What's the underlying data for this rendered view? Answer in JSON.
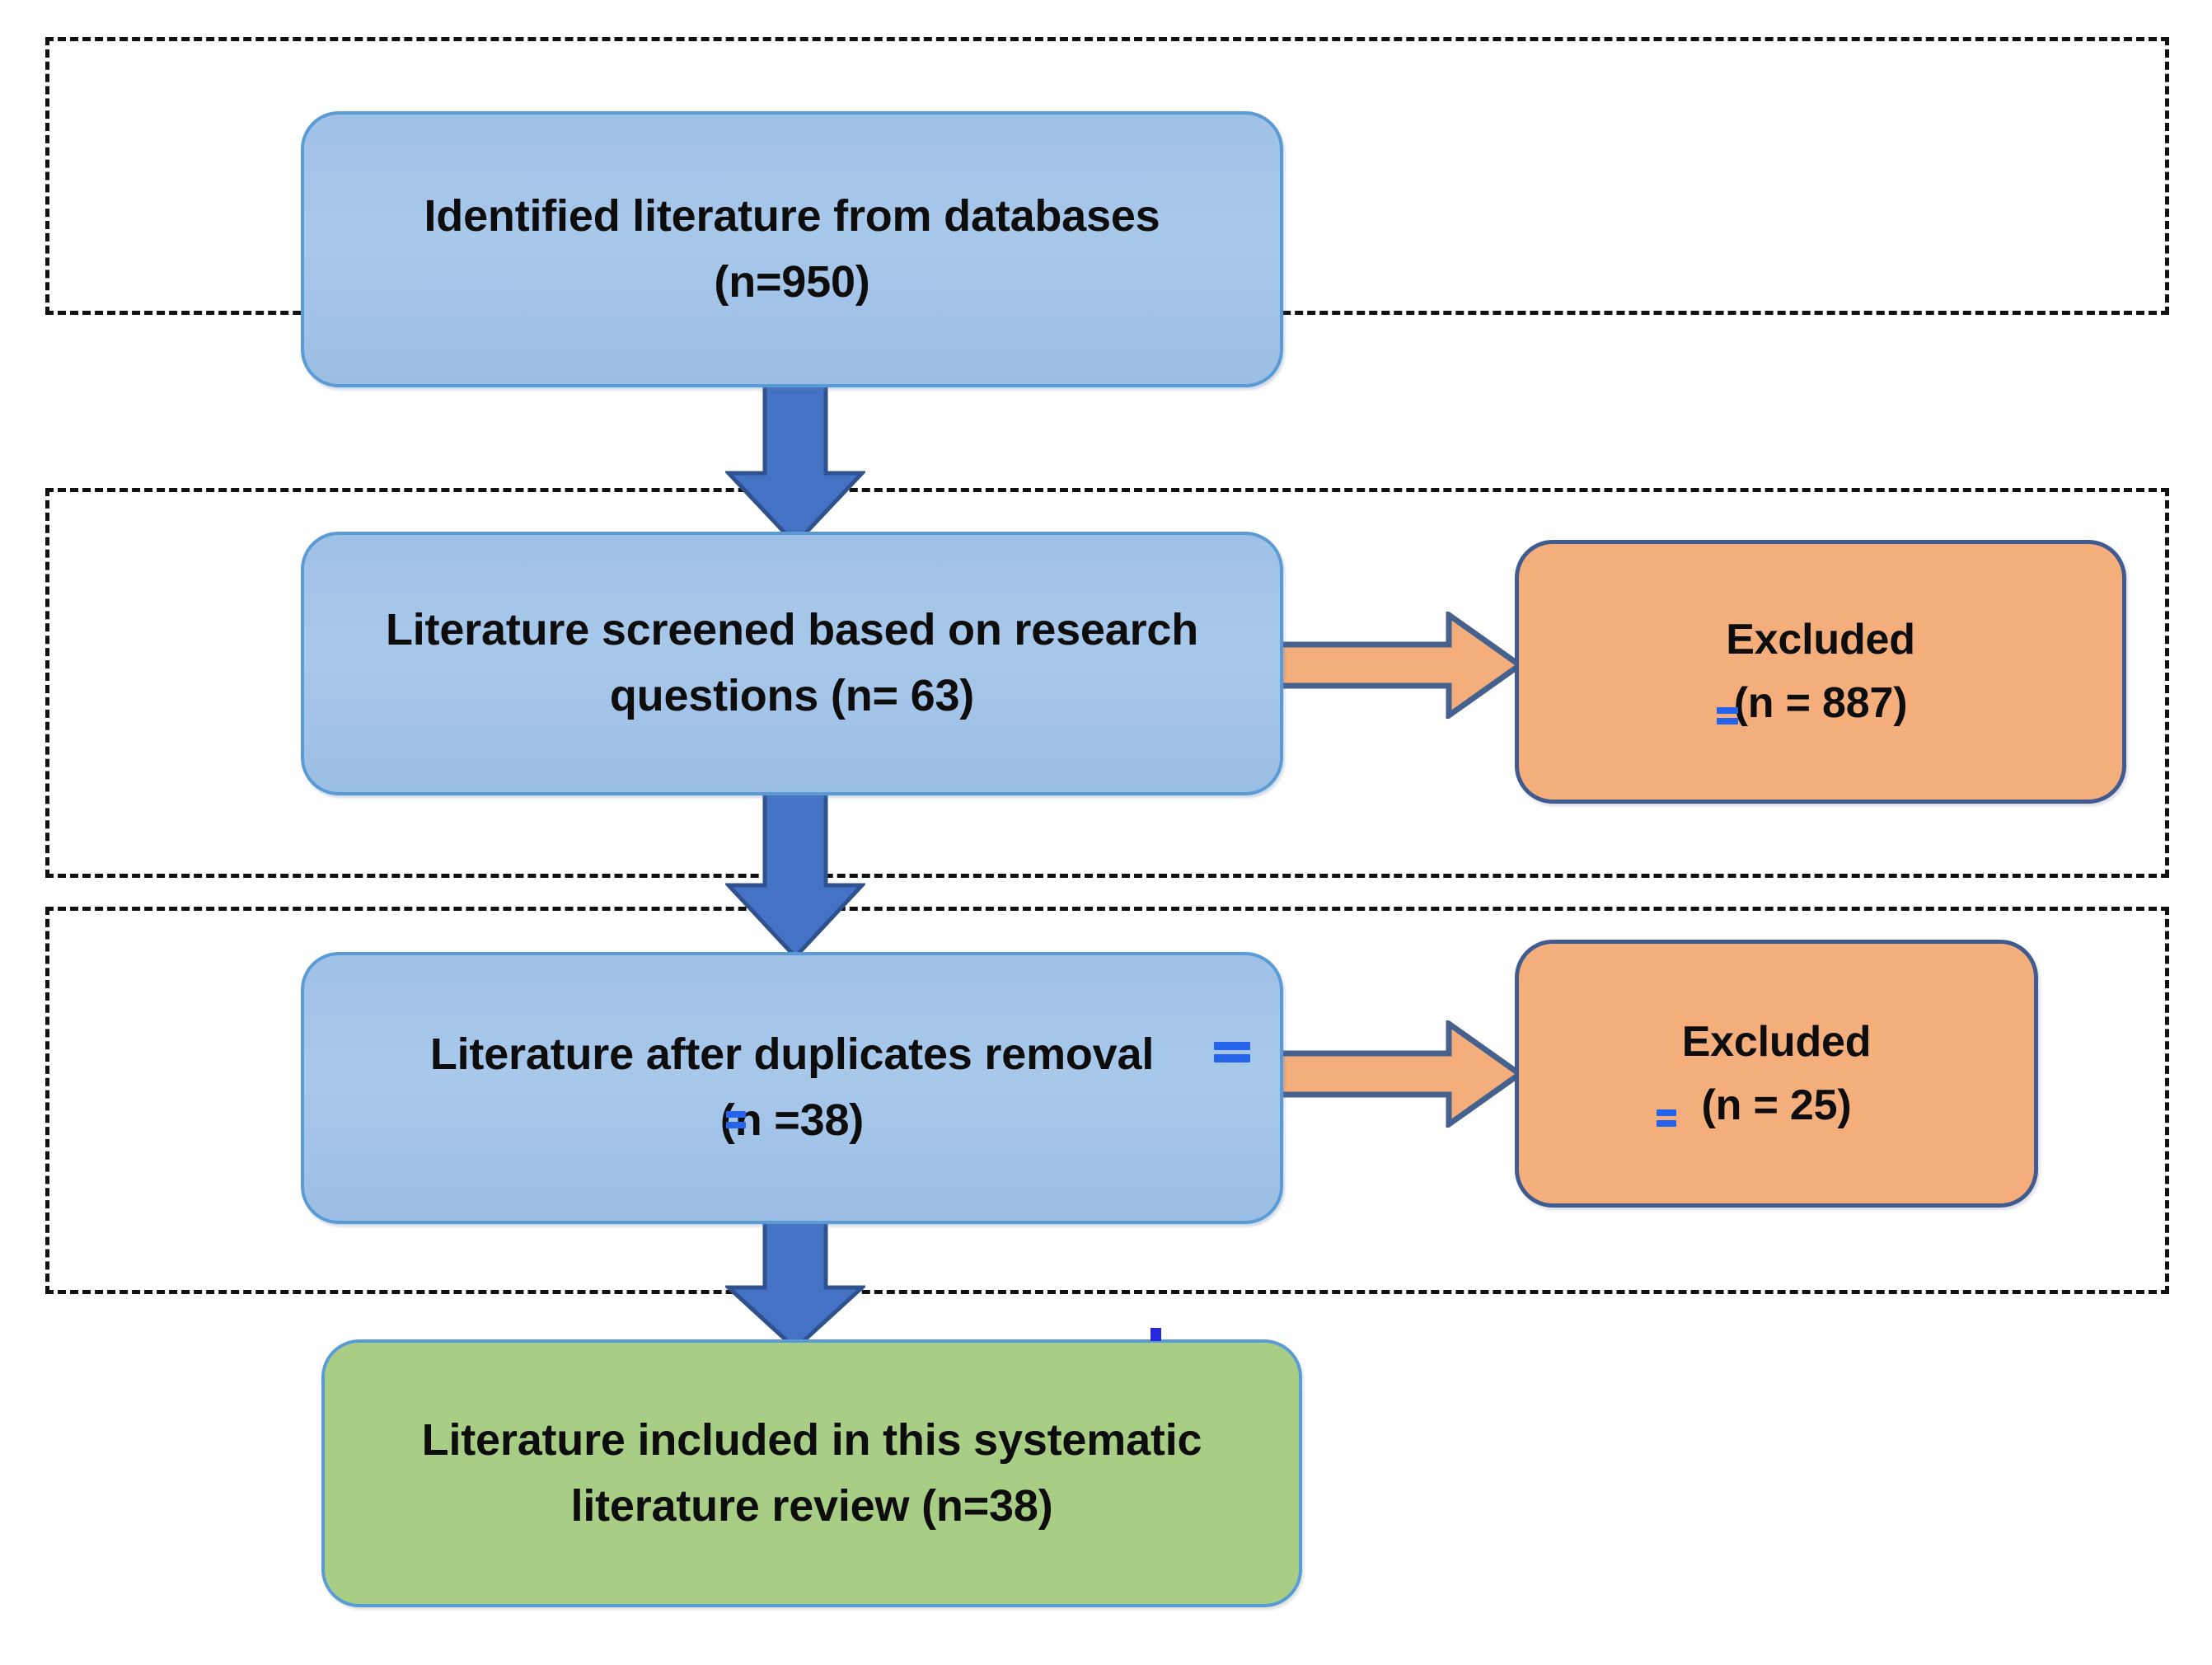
{
  "diagram": {
    "title": "Systematic literature review selection flow",
    "type": "prisma-flow-diagram"
  },
  "colors": {
    "node_blue_fill": "#A8C8EA",
    "node_blue_border": "#5B9BD5",
    "node_orange_fill": "#F3AE7B",
    "node_orange_border": "#3F5B90",
    "node_green_fill": "#A8CE85",
    "node_green_border": "#5B9BD5",
    "arrow_blue_fill": "#4472C4",
    "arrow_blue_border": "#2F528F",
    "arrow_orange_fill": "#F3AE7B",
    "arrow_orange_border": "#47618F",
    "stage_band_border": "#111111",
    "edit_mark": "#2563EB",
    "background": "#FFFFFF"
  },
  "nodes": {
    "identified": {
      "label": "Identified literature from databases\n(n=950)",
      "line1": "Identified literature from databases",
      "line2": "(n=950)",
      "count": 950,
      "shape": "rounded-rectangle",
      "fill": "blue"
    },
    "screened": {
      "label": "Literature screened based on research\nquestions (n= 63)",
      "line1": "Literature screened based on research",
      "line2": "questions (n= 63)",
      "count": 63,
      "shape": "rounded-rectangle",
      "fill": "blue"
    },
    "duplicates_removed": {
      "label": "Literature after duplicates removal\n(n =38)",
      "line1": "Literature after duplicates removal",
      "line2": "(n =38)",
      "count": 38,
      "shape": "rounded-rectangle",
      "fill": "blue"
    },
    "included": {
      "label": "Literature included in this systematic\nliterature review (n=38)",
      "line1": "Literature included in this systematic",
      "line2": "literature review (n=38)",
      "count": 38,
      "shape": "rounded-rectangle",
      "fill": "green"
    },
    "excluded_screening": {
      "label": "Excluded\n(n = 887)",
      "line1": "Excluded",
      "line2": "(n = 887)",
      "count": 887,
      "shape": "rounded-rectangle",
      "fill": "orange"
    },
    "excluded_duplicates": {
      "label": "Excluded\n(n = 25)",
      "line1": "Excluded",
      "line2": "(n = 25)",
      "count": 25,
      "shape": "rounded-rectangle",
      "fill": "orange"
    }
  },
  "connectors": [
    {
      "id": "identified-to-screened",
      "from": "identified",
      "to": "screened",
      "direction": "down",
      "style": "block-arrow",
      "color": "#4472C4"
    },
    {
      "id": "screened-to-duplicates",
      "from": "screened",
      "to": "duplicates_removed",
      "direction": "down",
      "style": "block-arrow",
      "color": "#4472C4"
    },
    {
      "id": "duplicates-to-included",
      "from": "duplicates_removed",
      "to": "included",
      "direction": "down",
      "style": "block-arrow",
      "color": "#4472C4"
    },
    {
      "id": "screened-to-excluded",
      "from": "screened",
      "to": "excluded_screening",
      "direction": "right",
      "style": "block-arrow",
      "color": "#F3AE7B"
    },
    {
      "id": "duplicates-to-excluded",
      "from": "duplicates_removed",
      "to": "excluded_duplicates",
      "direction": "right",
      "style": "block-arrow",
      "color": "#F3AE7B"
    }
  ],
  "stage_bands": [
    {
      "id": "identification",
      "border": "dashed",
      "contains": [
        "identified"
      ]
    },
    {
      "id": "screening",
      "border": "dashed",
      "contains": [
        "screened",
        "excluded_screening"
      ]
    },
    {
      "id": "eligibility",
      "border": "dashed",
      "contains": [
        "duplicates_removed",
        "excluded_duplicates"
      ]
    }
  ],
  "edit_marks": [
    {
      "id": "mark-excl-887",
      "kind": "double-underline",
      "near": "excluded_screening"
    },
    {
      "id": "mark-dupes-n",
      "kind": "double-underline",
      "near": "duplicates_removed"
    },
    {
      "id": "mark-dupes-side",
      "kind": "double-underline",
      "near": "duplicates_removed"
    },
    {
      "id": "mark-excl-25",
      "kind": "double-underline",
      "near": "excluded_duplicates"
    },
    {
      "id": "mark-green-dot",
      "kind": "dot",
      "near": "included"
    }
  ]
}
